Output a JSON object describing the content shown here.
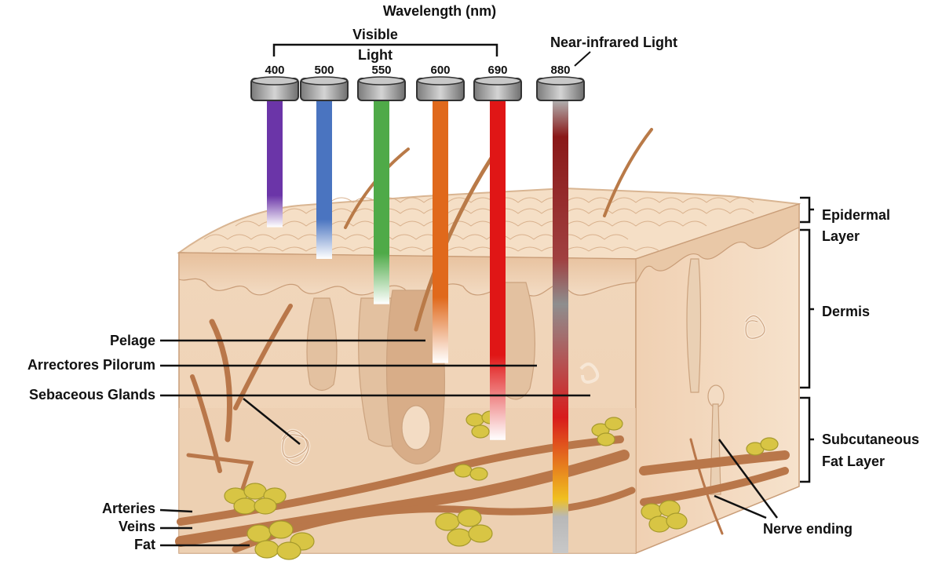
{
  "header": {
    "title": "Wavelength (nm)",
    "visible_label_line1": "Visible",
    "visible_label_line2": "Light",
    "nir_label": "Near-infrared Light"
  },
  "emitters": [
    {
      "wavelength": "400",
      "color": "#6b35a8",
      "depth": 0.28
    },
    {
      "wavelength": "500",
      "color": "#4a74c0",
      "depth": 0.35
    },
    {
      "wavelength": "550",
      "color": "#4faa48",
      "depth": 0.45
    },
    {
      "wavelength": "600",
      "color": "#e0691c",
      "depth": 0.58
    },
    {
      "wavelength": "690",
      "color": "#e01616",
      "depth": 0.75
    },
    {
      "wavelength": "880",
      "color": "#8a1818",
      "depth": 1.0
    }
  ],
  "labels": {
    "pelage": "Pelage",
    "arrectores": "Arrectores Pilorum",
    "sebaceous": "Sebaceous Glands",
    "arteries": "Arteries",
    "veins": "Veins",
    "fat": "Fat",
    "nerve": "Nerve ending",
    "epidermal_line1": "Epidermal",
    "epidermal_line2": "Layer",
    "dermis": "Dermis",
    "subcut_line1": "Subcutaneous",
    "subcut_line2": "Fat Layer"
  },
  "colors": {
    "skin_light": "#f4dcc2",
    "skin_mid": "#e8c2a0",
    "tissue_brown": "#b9774a",
    "fat_yellow": "#d8c544"
  }
}
